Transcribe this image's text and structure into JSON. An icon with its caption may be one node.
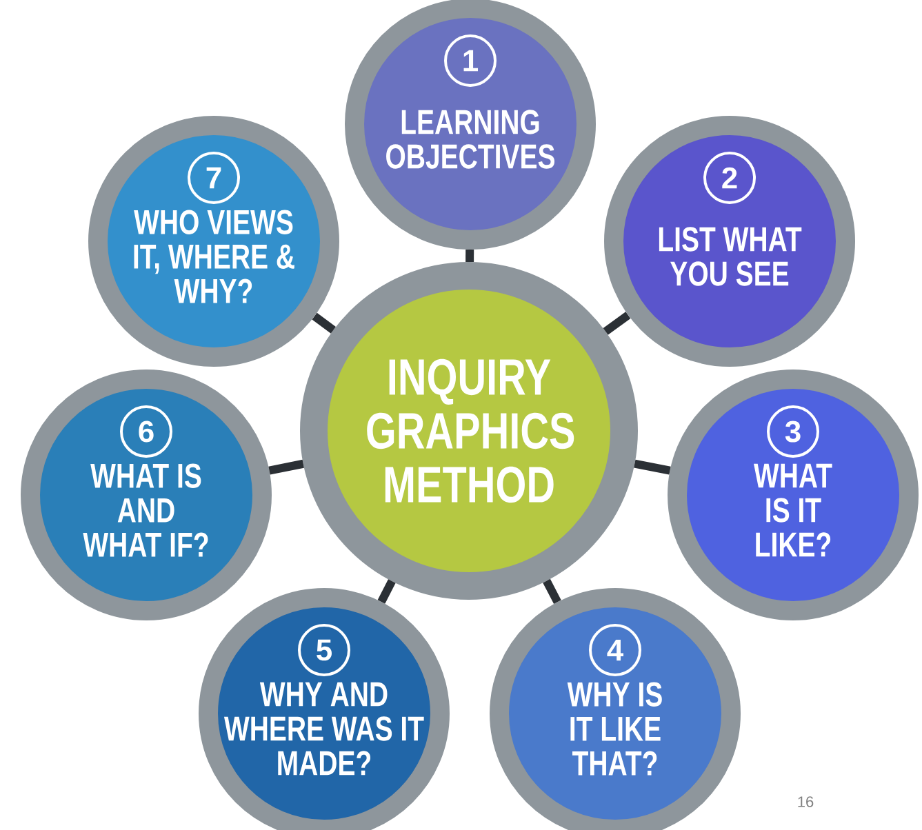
{
  "diagram": {
    "nodes": [
      {
        "text": [
          "INQUIRY GRAPHICS METHOD"
        ]
      },
      {
        "text": [
          "1",
          "LEARNING OBJECTIVES"
        ]
      },
      {
        "text": [
          "2",
          "LIST WHAT YOU SEE"
        ]
      },
      {
        "text": [
          "3",
          "WHAT IS IT LIKE?"
        ]
      },
      {
        "text": [
          "4",
          "WHY IS IT LIKE THAT?"
        ]
      },
      {
        "text": [
          "5",
          "WHY AND WHERE WAS IT MADE?"
        ]
      },
      {
        "text": [
          "6",
          "WHAT IS AND WHAT IF?"
        ]
      },
      {
        "text": [
          "7",
          "WHO VIEWS IT, WHERE & WHY?"
        ]
      }
    ],
    "edges": [
      {
        "from": 0,
        "to": 1,
        "arrow": "none"
      },
      {
        "from": 0,
        "to": 2,
        "arrow": "none"
      },
      {
        "from": 0,
        "to": 3,
        "arrow": "none"
      },
      {
        "from": 0,
        "to": 4,
        "arrow": "none"
      },
      {
        "from": 0,
        "to": 5,
        "arrow": "none"
      },
      {
        "from": 0,
        "to": 6,
        "arrow": "none"
      },
      {
        "from": 0,
        "to": 7,
        "arrow": "none"
      }
    ],
    "labels": [
      "16"
    ]
  }
}
